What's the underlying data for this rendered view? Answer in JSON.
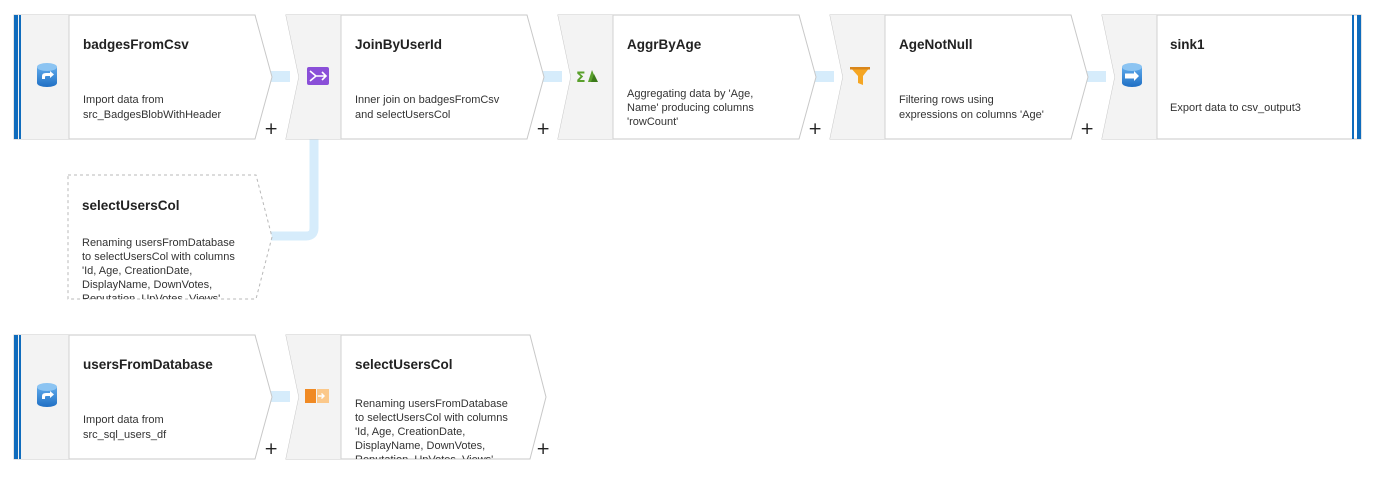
{
  "flows": [
    {
      "nodes": [
        {
          "name": "badgesFromCsv",
          "icon": "source-icon",
          "description": [
            "Import data from",
            "src_BadgesBlobWithHeader"
          ]
        },
        {
          "name": "JoinByUserId",
          "icon": "join-icon",
          "description": [
            "Inner join on badgesFromCsv",
            "and selectUsersCol"
          ]
        },
        {
          "name": "AggrByAge",
          "icon": "aggregate-icon",
          "description": [
            "Aggregating data by 'Age,",
            "Name' producing columns",
            "'rowCount'"
          ]
        },
        {
          "name": "AgeNotNull",
          "icon": "filter-icon",
          "description": [
            "Filtering rows using",
            "expressions on columns 'Age'"
          ]
        },
        {
          "name": "sink1",
          "icon": "sink-icon",
          "description": [
            "Export data to csv_output3"
          ]
        }
      ]
    },
    {
      "nodes": [
        {
          "name": "usersFromDatabase",
          "icon": "source-icon",
          "description": [
            "Import data from",
            "src_sql_users_df"
          ]
        },
        {
          "name": "selectUsersCol",
          "icon": "select-icon",
          "description": [
            "Renaming usersFromDatabase",
            "to selectUsersCol with columns",
            "'Id, Age, CreationDate,",
            "DisplayName, DownVotes,",
            "Reputation, UpVotes, Views'"
          ]
        }
      ]
    }
  ],
  "reference_node": {
    "name": "selectUsersCol",
    "description": [
      "Renaming usersFromDatabase",
      "to selectUsersCol with columns",
      "'Id, Age, CreationDate,",
      "DisplayName, DownVotes,",
      "Reputation, UpVotes, Views'"
    ]
  },
  "add_symbol": "+",
  "colors": {
    "accent_blue": "#0f6cbd",
    "connector": "#d6ecfb",
    "node_border": "#c8c8c8",
    "icon_area": "#f3f3f3",
    "join_purple": "#8a4fd8",
    "aggregate_green": "#5aa02c",
    "filter_orange": "#f5a623",
    "select_orange": "#f08a24"
  }
}
